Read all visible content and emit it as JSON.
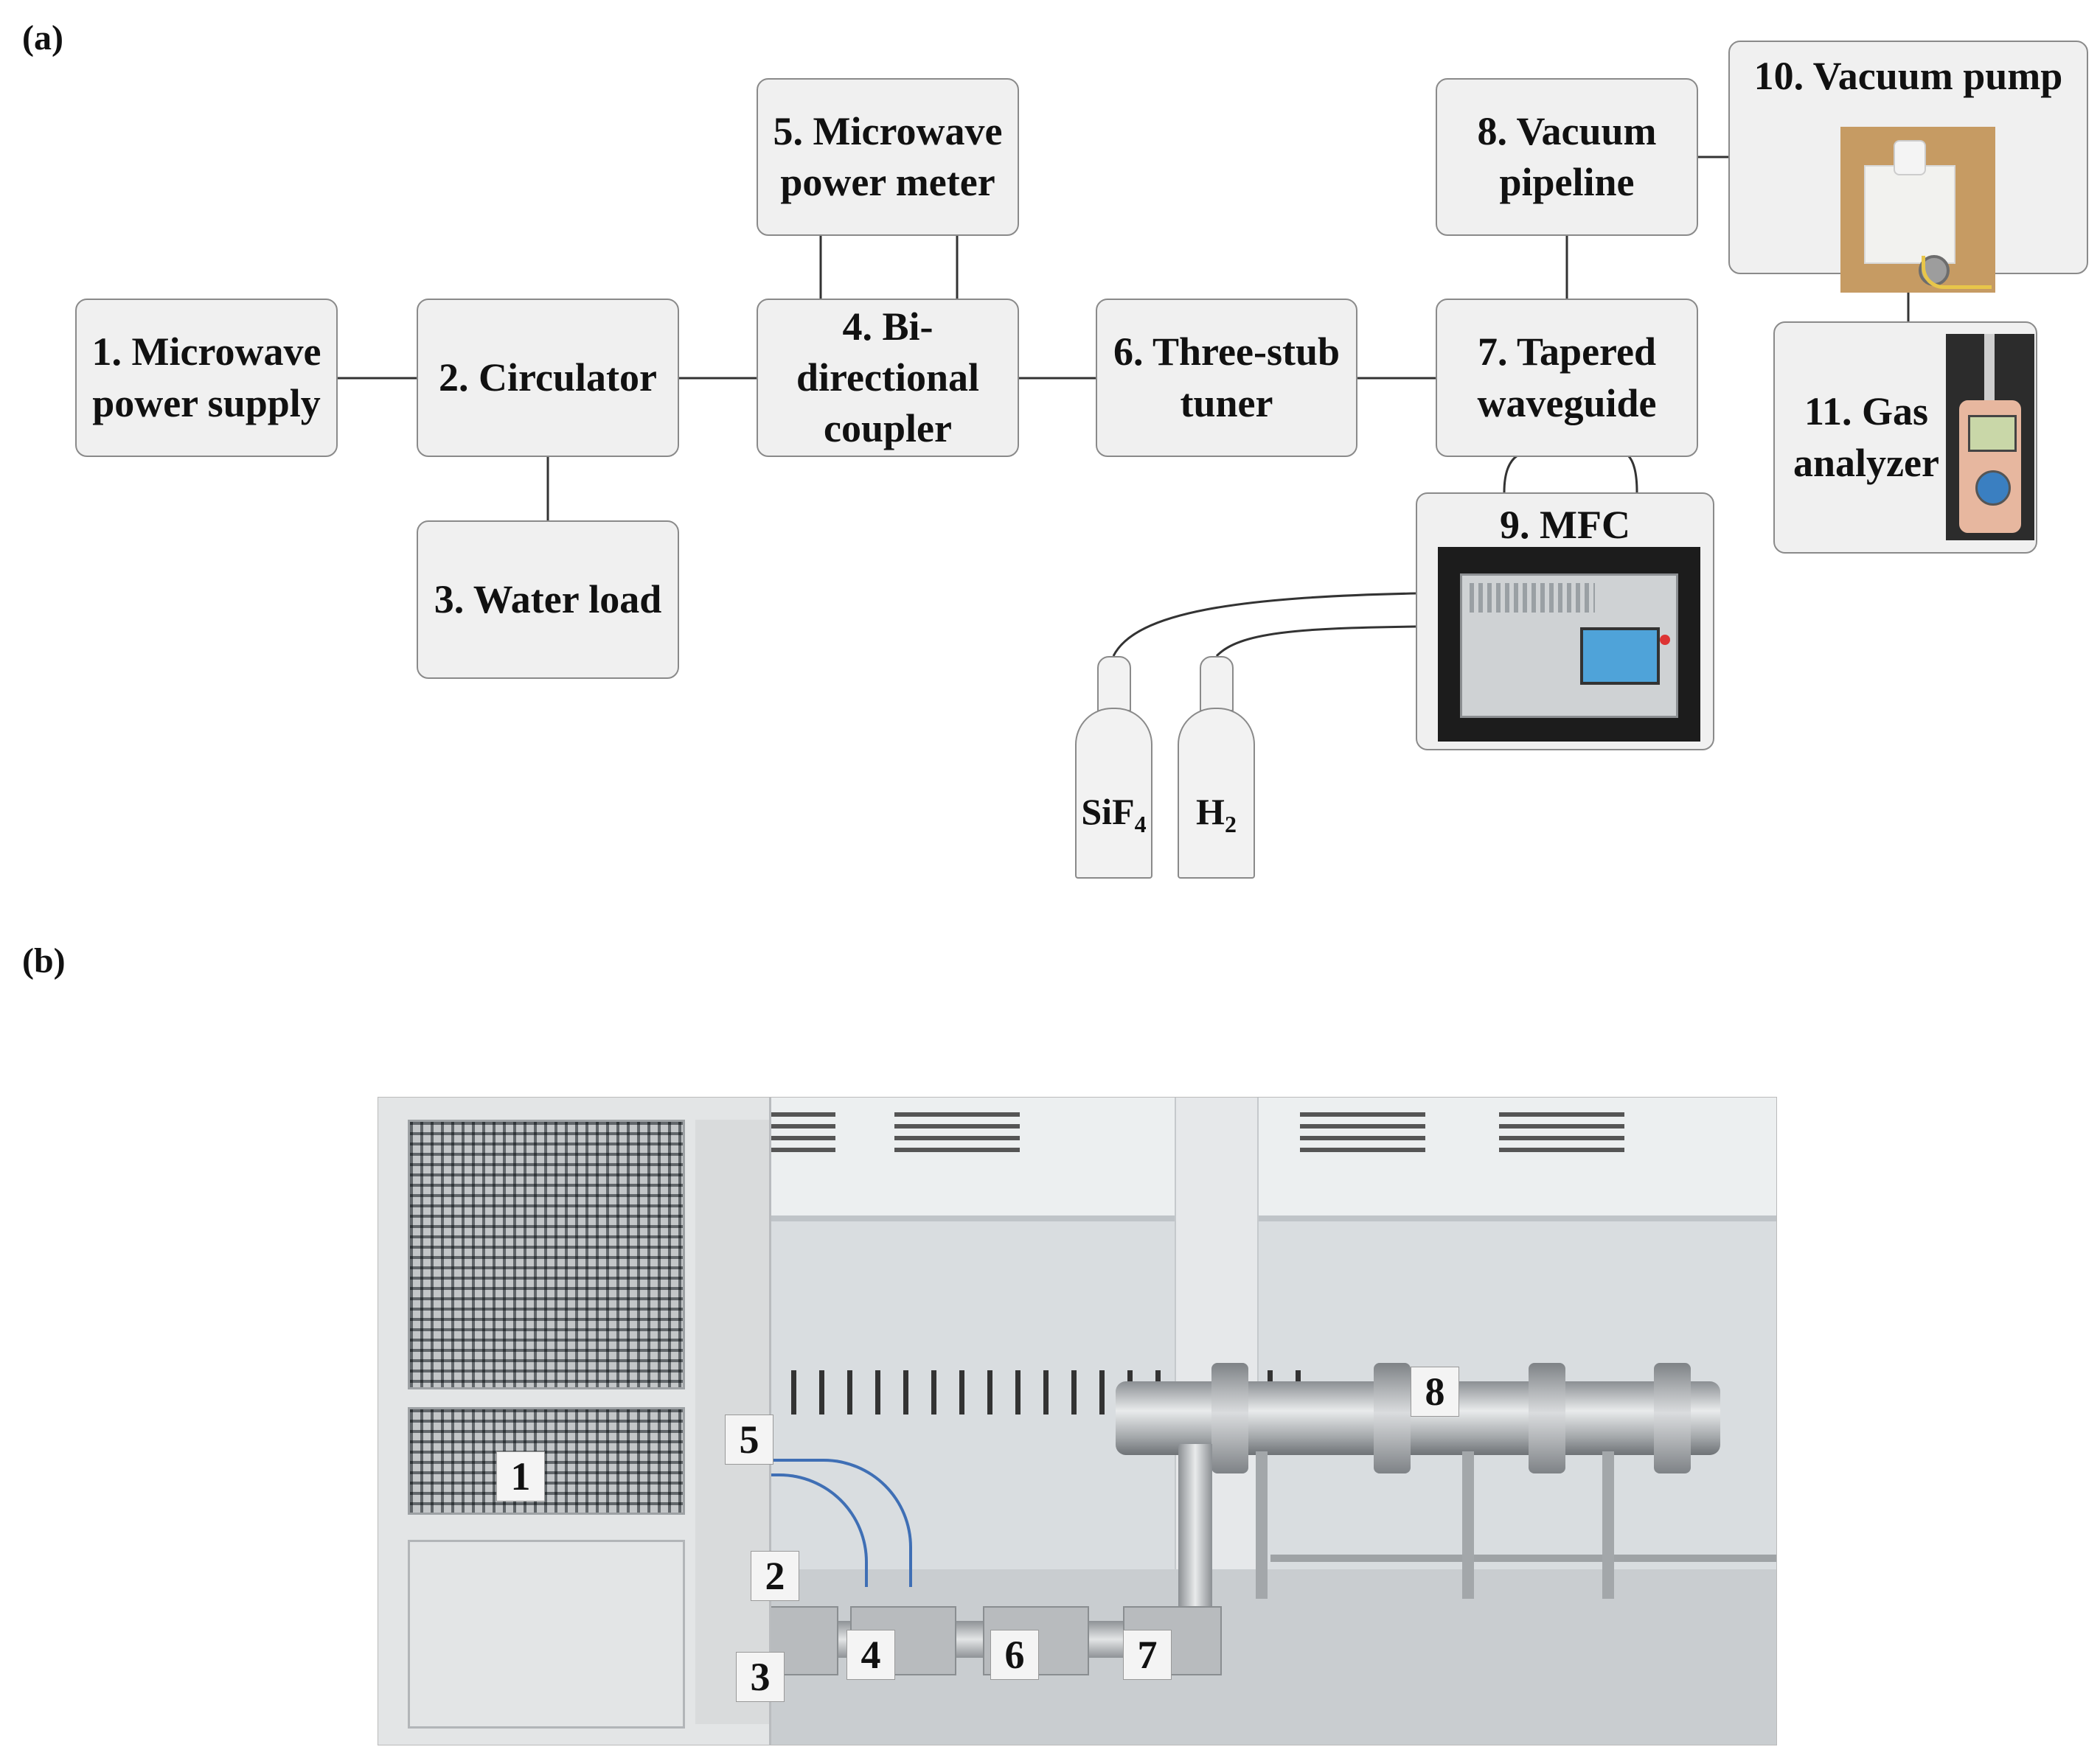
{
  "panels": {
    "a": "(a)",
    "b": "(b)"
  },
  "boxes": {
    "b1": [
      "1. Microwave",
      "power supply"
    ],
    "b2": [
      "2. Circulator"
    ],
    "b3": [
      "3. Water load"
    ],
    "b4": [
      "4. Bi-",
      "directional",
      "coupler"
    ],
    "b5": [
      "5. Microwave",
      "power meter"
    ],
    "b6": [
      "6. Three-stub",
      "tuner"
    ],
    "b7": [
      "7. Tapered",
      "waveguide"
    ],
    "b8": [
      "8. Vacuum",
      "pipeline"
    ],
    "b9": [
      "9. MFC"
    ],
    "b10": [
      "10. Vacuum pump"
    ],
    "b11": [
      "11. Gas",
      "analyzer"
    ]
  },
  "cylinders": {
    "sif4": {
      "base": "SiF",
      "sub": "4"
    },
    "h2": {
      "base": "H",
      "sub": "2"
    }
  },
  "photo_tags": [
    "1",
    "2",
    "3",
    "4",
    "5",
    "6",
    "7",
    "8"
  ],
  "colors": {
    "box_fill": "#f0f0f0",
    "box_border": "#8a8a8a",
    "line": "#333333"
  }
}
